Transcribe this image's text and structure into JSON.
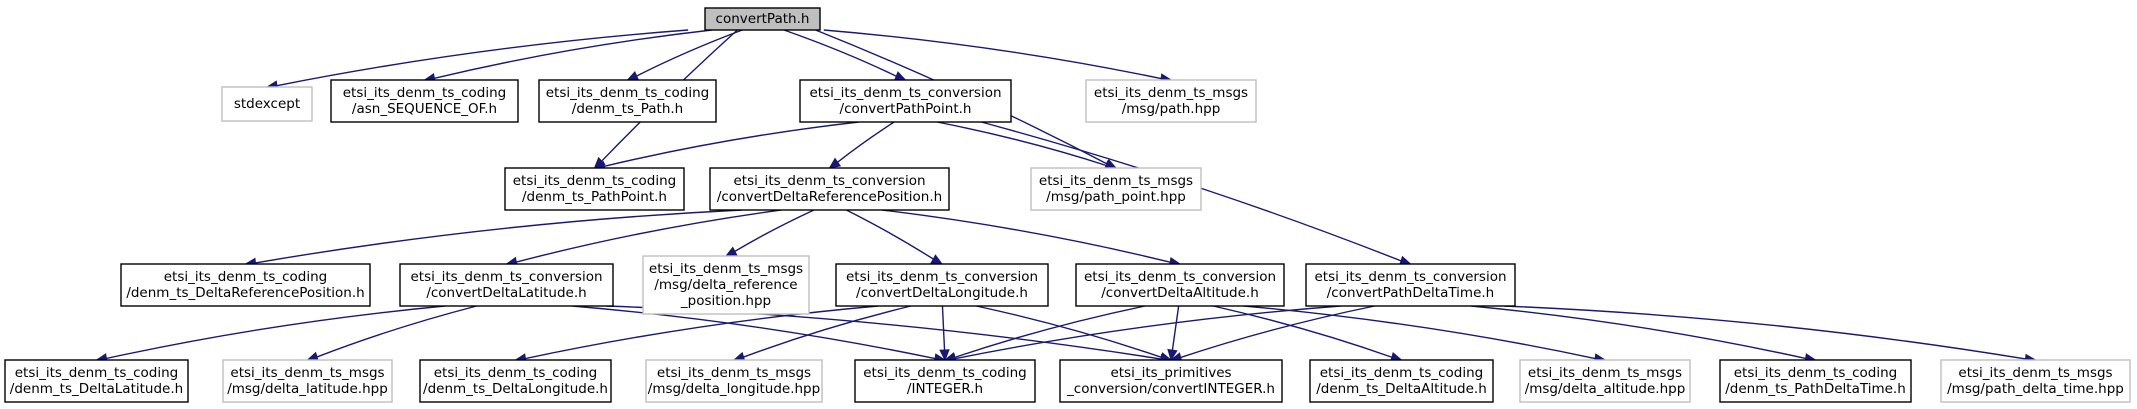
{
  "colors": {
    "edge": "#191970",
    "root_fill": "#bfbfbf",
    "gray_border": "#bfbfbf",
    "black_border": "#000000"
  },
  "nodes": [
    {
      "id": "root",
      "lines": [
        "convertPath.h"
      ],
      "style": "root"
    },
    {
      "id": "stdexcept",
      "lines": [
        "stdexcept"
      ],
      "style": "gray"
    },
    {
      "id": "seqof",
      "lines": [
        "etsi_its_denm_ts_coding",
        "/asn_SEQUENCE_OF.h"
      ],
      "style": "black"
    },
    {
      "id": "path_h",
      "lines": [
        "etsi_its_denm_ts_coding",
        "/denm_ts_Path.h"
      ],
      "style": "black"
    },
    {
      "id": "cpp",
      "lines": [
        "etsi_its_denm_ts_conversion",
        "/convertPathPoint.h"
      ],
      "style": "black"
    },
    {
      "id": "msg_path",
      "lines": [
        "etsi_its_denm_ts_msgs",
        "/msg/path.hpp"
      ],
      "style": "gray"
    },
    {
      "id": "pathpoint_h",
      "lines": [
        "etsi_its_denm_ts_coding",
        "/denm_ts_PathPoint.h"
      ],
      "style": "black"
    },
    {
      "id": "cdrp",
      "lines": [
        "etsi_its_denm_ts_conversion",
        "/convertDeltaReferencePosition.h"
      ],
      "style": "black"
    },
    {
      "id": "msg_pp",
      "lines": [
        "etsi_its_denm_ts_msgs",
        "/msg/path_point.hpp"
      ],
      "style": "gray"
    },
    {
      "id": "drp_h",
      "lines": [
        "etsi_its_denm_ts_coding",
        "/denm_ts_DeltaReferencePosition.h"
      ],
      "style": "black"
    },
    {
      "id": "cdlat",
      "lines": [
        "etsi_its_denm_ts_conversion",
        "/convertDeltaLatitude.h"
      ],
      "style": "black"
    },
    {
      "id": "msg_drp",
      "lines": [
        "etsi_its_denm_ts_msgs",
        "/msg/delta_reference",
        "_position.hpp"
      ],
      "style": "gray"
    },
    {
      "id": "cdlon",
      "lines": [
        "etsi_its_denm_ts_conversion",
        "/convertDeltaLongitude.h"
      ],
      "style": "black"
    },
    {
      "id": "cdalt",
      "lines": [
        "etsi_its_denm_ts_conversion",
        "/convertDeltaAltitude.h"
      ],
      "style": "black"
    },
    {
      "id": "cpdt",
      "lines": [
        "etsi_its_denm_ts_conversion",
        "/convertPathDeltaTime.h"
      ],
      "style": "black"
    },
    {
      "id": "dlat_h",
      "lines": [
        "etsi_its_denm_ts_coding",
        "/denm_ts_DeltaLatitude.h"
      ],
      "style": "black"
    },
    {
      "id": "msg_dlat",
      "lines": [
        "etsi_its_denm_ts_msgs",
        "/msg/delta_latitude.hpp"
      ],
      "style": "gray"
    },
    {
      "id": "dlon_h",
      "lines": [
        "etsi_its_denm_ts_coding",
        "/denm_ts_DeltaLongitude.h"
      ],
      "style": "black"
    },
    {
      "id": "msg_dlon",
      "lines": [
        "etsi_its_denm_ts_msgs",
        "/msg/delta_longitude.hpp"
      ],
      "style": "gray"
    },
    {
      "id": "integer_h",
      "lines": [
        "etsi_its_denm_ts_coding",
        "/INTEGER.h"
      ],
      "style": "black"
    },
    {
      "id": "prim",
      "lines": [
        "etsi_its_primitives",
        "_conversion/convertINTEGER.h"
      ],
      "style": "black"
    },
    {
      "id": "dalt_h",
      "lines": [
        "etsi_its_denm_ts_coding",
        "/denm_ts_DeltaAltitude.h"
      ],
      "style": "black"
    },
    {
      "id": "msg_dalt",
      "lines": [
        "etsi_its_denm_ts_msgs",
        "/msg/delta_altitude.hpp"
      ],
      "style": "gray"
    },
    {
      "id": "pdt_h",
      "lines": [
        "etsi_its_denm_ts_coding",
        "/denm_ts_PathDeltaTime.h"
      ],
      "style": "black"
    },
    {
      "id": "msg_pdt",
      "lines": [
        "etsi_its_denm_ts_msgs",
        "/msg/path_delta_time.hpp"
      ],
      "style": "gray"
    }
  ],
  "edges": [
    [
      "root",
      "stdexcept"
    ],
    [
      "root",
      "seqof"
    ],
    [
      "root",
      "path_h"
    ],
    [
      "root",
      "cpp"
    ],
    [
      "root",
      "msg_path"
    ],
    [
      "root",
      "pathpoint_h"
    ],
    [
      "root",
      "msg_pp"
    ],
    [
      "cpp",
      "pathpoint_h"
    ],
    [
      "cpp",
      "cdrp"
    ],
    [
      "cpp",
      "msg_pp"
    ],
    [
      "cpp",
      "cpdt"
    ],
    [
      "cdrp",
      "drp_h"
    ],
    [
      "cdrp",
      "cdlat"
    ],
    [
      "cdrp",
      "msg_drp"
    ],
    [
      "cdrp",
      "cdlon"
    ],
    [
      "cdrp",
      "cdalt"
    ],
    [
      "cdlat",
      "dlat_h"
    ],
    [
      "cdlat",
      "msg_dlat"
    ],
    [
      "cdlat",
      "integer_h"
    ],
    [
      "cdlat",
      "prim"
    ],
    [
      "cdlon",
      "dlon_h"
    ],
    [
      "cdlon",
      "msg_dlon"
    ],
    [
      "cdlon",
      "integer_h"
    ],
    [
      "cdlon",
      "prim"
    ],
    [
      "cdalt",
      "integer_h"
    ],
    [
      "cdalt",
      "prim"
    ],
    [
      "cdalt",
      "dalt_h"
    ],
    [
      "cdalt",
      "msg_dalt"
    ],
    [
      "cpdt",
      "integer_h"
    ],
    [
      "cpdt",
      "prim"
    ],
    [
      "cpdt",
      "pdt_h"
    ],
    [
      "cpdt",
      "msg_pdt"
    ]
  ]
}
